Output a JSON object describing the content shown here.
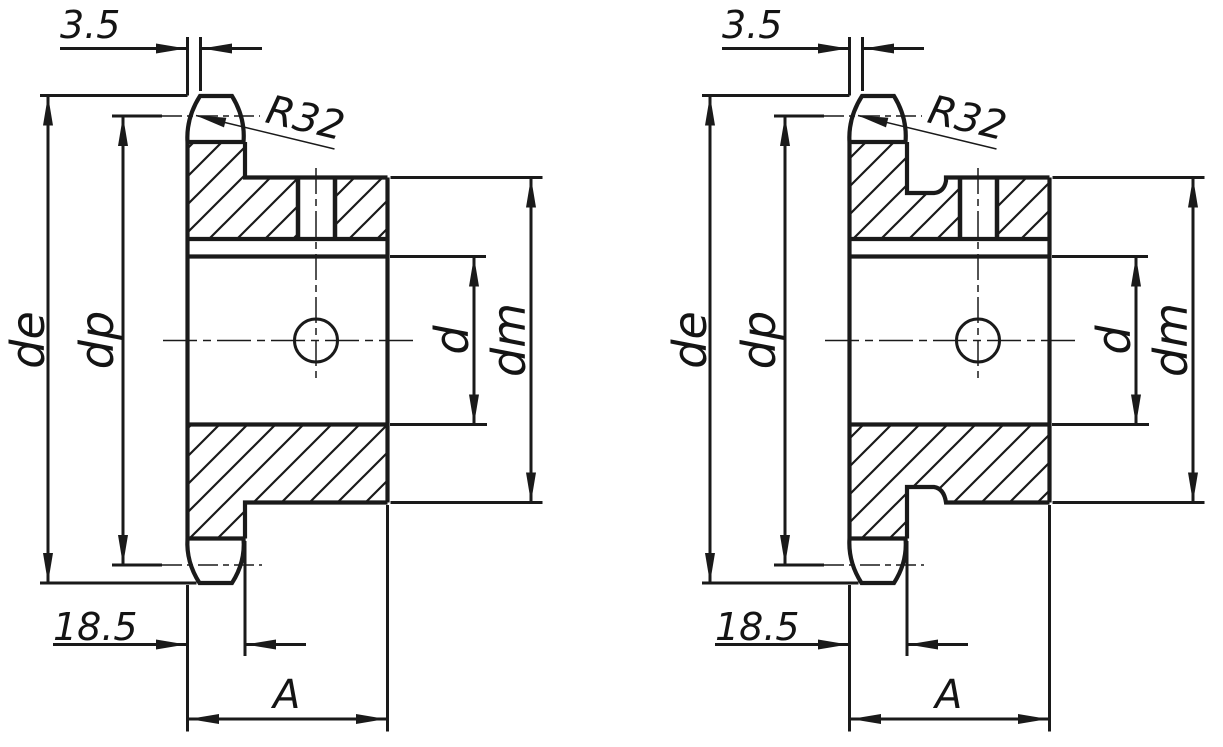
{
  "drawing": {
    "type": "technical-drawing",
    "subject": "Sprocket half cross-sections with hub, bore and keyway - two step variants",
    "background_color": "#ffffff",
    "line_color": "#1a1a1a",
    "figures": [
      {
        "id": "left-figure",
        "variant": "sharp hub step",
        "dimensions": {
          "tooth_tip_offset": "3.5",
          "tooth_flank_radius": "R32",
          "outer_diameter_label": "de",
          "pitch_diameter_label": "dp",
          "bore_diameter_label": "d",
          "hub_diameter_label": "dm",
          "hub_face_offset": "18.5",
          "hub_width_label": "A"
        }
      },
      {
        "id": "right-figure",
        "variant": "hub step with relief groove",
        "dimensions": {
          "tooth_tip_offset": "3.5",
          "tooth_flank_radius": "R32",
          "outer_diameter_label": "de",
          "pitch_diameter_label": "dp",
          "bore_diameter_label": "d",
          "hub_diameter_label": "dm",
          "hub_face_offset": "18.5",
          "hub_width_label": "A"
        }
      }
    ]
  }
}
